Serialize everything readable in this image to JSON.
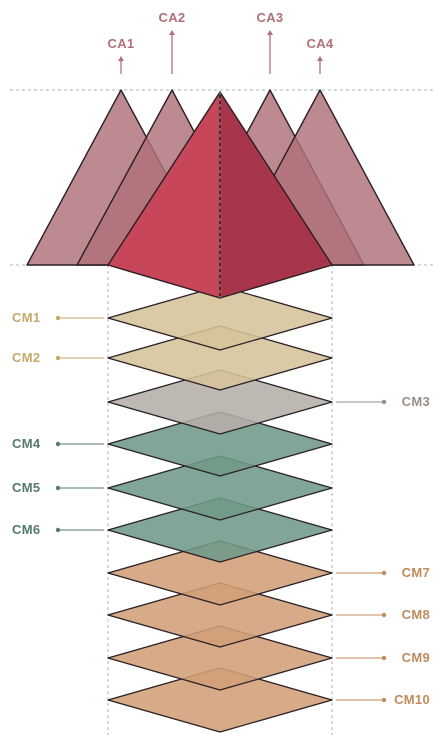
{
  "colors": {
    "ca": "#b0707a",
    "ca_main": "#c8465a",
    "cm_sand": "#d6c39a",
    "cm_gray": "#b5aea9",
    "cm_teal": "#6f9a89",
    "cm_tan": "#d19f77",
    "label_ca": "#b0707a",
    "label_sand": "#c5a86b",
    "label_gray": "#9a8f88",
    "label_teal": "#567a6d",
    "label_tan": "#c08a5c"
  },
  "ca_labels": [
    "CA1",
    "CA2",
    "CA3",
    "CA4"
  ],
  "cm_layers": [
    {
      "label": "CM1",
      "color": "sand",
      "side": "left"
    },
    {
      "label": "CM2",
      "color": "sand",
      "side": "left"
    },
    {
      "label": "CM3",
      "color": "gray",
      "side": "right"
    },
    {
      "label": "CM4",
      "color": "teal",
      "side": "left"
    },
    {
      "label": "CM5",
      "color": "teal",
      "side": "left"
    },
    {
      "label": "CM6",
      "color": "teal",
      "side": "left"
    },
    {
      "label": "CM7",
      "color": "tan",
      "side": "right"
    },
    {
      "label": "CM8",
      "color": "tan",
      "side": "right"
    },
    {
      "label": "CM9",
      "color": "tan",
      "side": "right"
    },
    {
      "label": "CM10",
      "color": "tan",
      "side": "right"
    }
  ]
}
